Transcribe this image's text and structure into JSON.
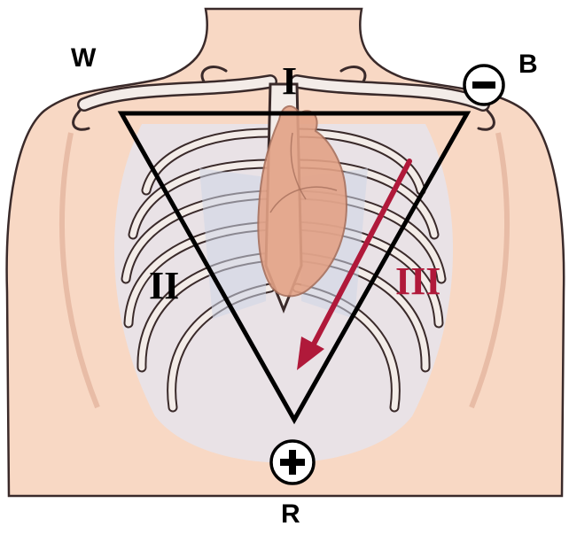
{
  "diagram": {
    "electrodes": {
      "top_left": {
        "letter": "W"
      },
      "top_right": {
        "letter": "B",
        "sign": "−"
      },
      "bottom": {
        "letter": "R",
        "sign": "+"
      }
    },
    "leads": {
      "top": "I",
      "left": "II",
      "right": "III"
    },
    "colors": {
      "skin": "#f8d8c4",
      "outline": "#3a2a2a",
      "rib": "#f3ece8",
      "rib_shadow": "#cdd6e6",
      "heart": "#e3a286",
      "triangle": "#000000",
      "arrow": "#b0193a",
      "lead_iii": "#b0193a",
      "background": "#ffffff"
    },
    "icons": [
      "minus-circle-icon",
      "plus-circle-icon",
      "arrow-icon"
    ]
  }
}
